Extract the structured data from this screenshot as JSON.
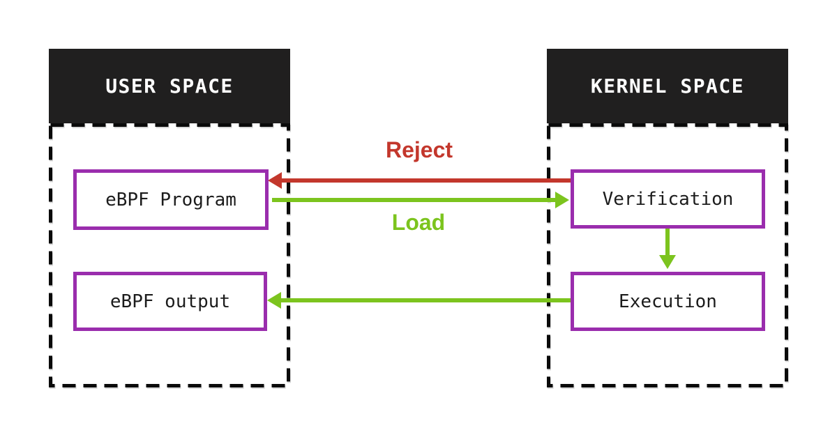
{
  "colors": {
    "purple": "#9a2dad",
    "red": "#c3372c",
    "green": "#7cc41e",
    "header-bg": "#201f1f",
    "header-text": "#ffffff",
    "dash": "#0a0a0a",
    "node-text": "#1c1c1c",
    "bg": "#ffffff"
  },
  "user_space": {
    "title": "USER SPACE",
    "nodes": [
      {
        "label": "eBPF Program"
      },
      {
        "label": "eBPF output"
      }
    ]
  },
  "kernel_space": {
    "title": "KERNEL SPACE",
    "nodes": [
      {
        "label": "Verification"
      },
      {
        "label": "Execution"
      }
    ]
  },
  "edges": {
    "reject": {
      "label": "Reject",
      "from": "Verification",
      "to": "eBPF Program",
      "color": "red"
    },
    "load": {
      "label": "Load",
      "from": "eBPF Program",
      "to": "Verification",
      "color": "green"
    },
    "verification_to_execution": {
      "from": "Verification",
      "to": "Execution",
      "color": "green"
    },
    "execution_to_output": {
      "from": "Execution",
      "to": "eBPF output",
      "color": "green"
    }
  }
}
